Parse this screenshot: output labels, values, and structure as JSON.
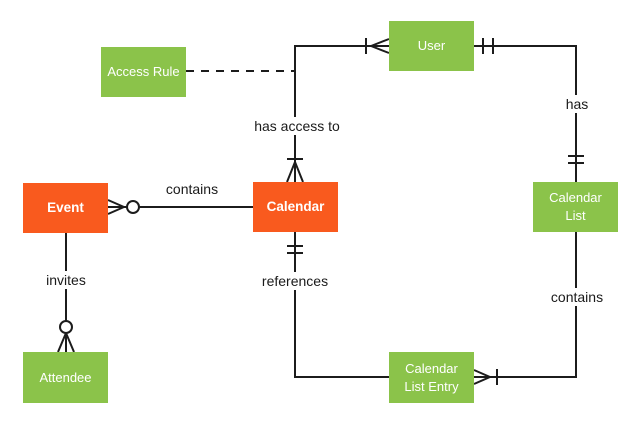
{
  "colors": {
    "entity_primary": "#F95A1E",
    "entity_secondary": "#8BC34A",
    "connector": "#1C1C1C",
    "entity_text": "#FFFFFF",
    "label_text": "#1A1A1A",
    "background": "#FFFFFF"
  },
  "entities": {
    "event": {
      "label": "Event",
      "color": "orange"
    },
    "calendar": {
      "label": "Calendar",
      "color": "orange"
    },
    "access_rule": {
      "label": "Access Rule",
      "color": "green"
    },
    "user": {
      "label": "User",
      "color": "green"
    },
    "calendar_list": {
      "label": "Calendar List",
      "color": "green"
    },
    "attendee": {
      "label": "Attendee",
      "color": "green"
    },
    "calendar_list_entry": {
      "label": "Calendar List Entry",
      "color": "green"
    }
  },
  "relationships": {
    "event_contains_calendar": {
      "label": "contains",
      "from": "Event",
      "to": "Calendar",
      "event_end": "zero-or-many",
      "calendar_end": "plain"
    },
    "calendar_has_access_to_user": {
      "label": "has access to",
      "from": "Calendar",
      "to": "User",
      "calendar_end": "one-or-many",
      "user_end": "one-or-many"
    },
    "user_has_calendar_list": {
      "label": "has",
      "from": "User",
      "to": "Calendar List",
      "user_end": "exactly-one",
      "calendar_list_end": "exactly-one"
    },
    "event_invites_attendee": {
      "label": "invites",
      "from": "Event",
      "to": "Attendee",
      "event_end": "plain",
      "attendee_end": "zero-or-many"
    },
    "calendar_references_calendar_list_entry": {
      "label": "references",
      "from": "Calendar",
      "to": "Calendar List Entry",
      "calendar_end": "exactly-one",
      "calendar_list_entry_end": "plain"
    },
    "calendar_list_contains_calendar_list_entry": {
      "label": "contains",
      "from": "Calendar List",
      "to": "Calendar List Entry",
      "calendar_list_end": "plain",
      "calendar_list_entry_end": "one-or-many"
    },
    "access_rule_association": {
      "from": "Access Rule",
      "to": "has access to relationship",
      "style": "dashed"
    }
  }
}
